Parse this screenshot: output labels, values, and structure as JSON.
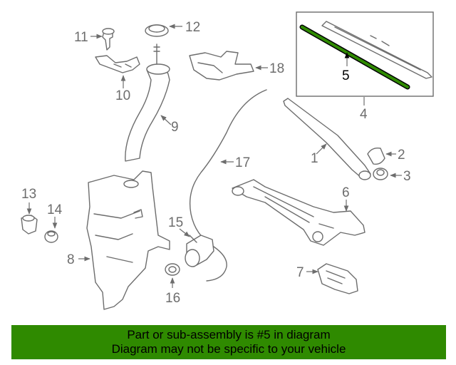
{
  "diagram": {
    "callouts": {
      "c1": "1",
      "c2": "2",
      "c3": "3",
      "c4": "4",
      "c5": "5",
      "c6": "6",
      "c7": "7",
      "c8": "8",
      "c9": "9",
      "c10": "10",
      "c11": "11",
      "c12": "12",
      "c13": "13",
      "c14": "14",
      "c15": "15",
      "c16": "16",
      "c17": "17",
      "c18": "18"
    },
    "highlighted_part": "5",
    "highlight_color": "#2f8a00"
  },
  "banner": {
    "line1": "Part or sub-assembly is #5 in diagram",
    "line2": "Diagram may not be specific to your vehicle",
    "background": "#2f8a00"
  }
}
